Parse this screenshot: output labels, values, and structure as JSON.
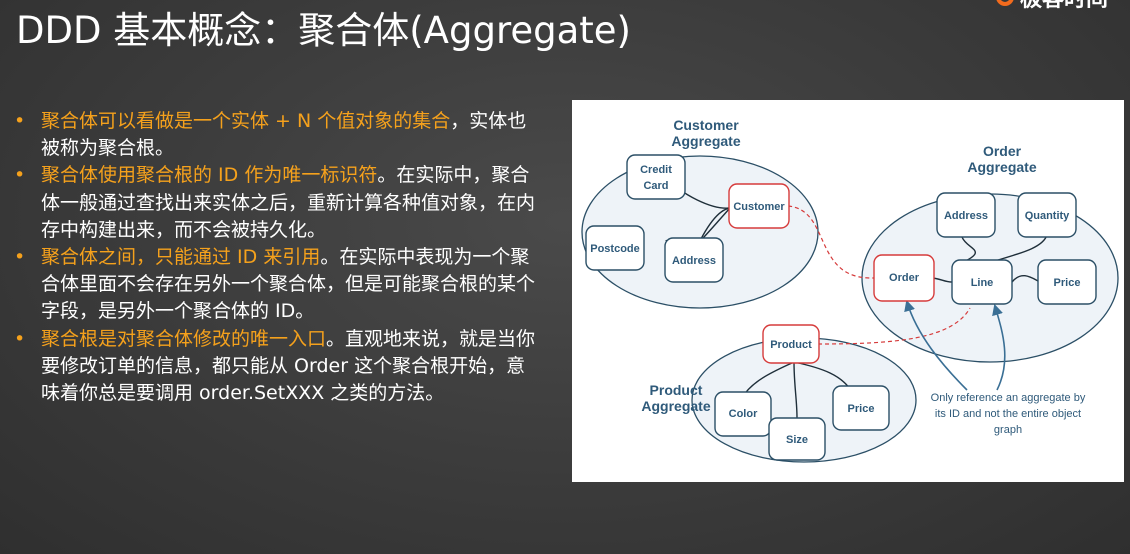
{
  "slide": {
    "title": "DDD 基本概念：聚合体(Aggregate)",
    "logo_text": "极客时间",
    "logo_accent": "#f26b1d",
    "highlight_color": "#f5a11c"
  },
  "bullets": [
    {
      "highlight": "聚合体可以看做是一个实体 + N 个值对象的集合",
      "rest": "，实体也被称为聚合根。"
    },
    {
      "highlight": "聚合体使用聚合根的 ID 作为唯一标识符",
      "rest": "。在实际中，聚合体一般通过查找出来实体之后，重新计算各种值对象，在内存中构建出来，而不会被持久化。"
    },
    {
      "highlight": "聚合体之间，只能通过 ID 来引用",
      "rest": "。在实际中表现为一个聚合体里面不会存在另外一个聚合体，但是可能聚合根的某个字段，是另外一个聚合体的 ID。"
    },
    {
      "highlight": "聚合根是对聚合体修改的唯一入口",
      "rest": "。直观地来说，就是当你要修改订单的信息，都只能从 Order 这个聚合根开始，意味着你总是要调用 order.SetXXX 之类的方法。"
    }
  ],
  "diagram": {
    "customer_aggregate": {
      "line1": "Customer",
      "line2": "Aggregate"
    },
    "order_aggregate": {
      "line1": "Order",
      "line2": "Aggregate"
    },
    "product_aggregate": {
      "line1": "Product",
      "line2": "Aggregate"
    },
    "nodes": {
      "credit_card_1": "Credit",
      "credit_card_2": "Card",
      "customer": "Customer",
      "postcode": "Postcode",
      "address_customer": "Address",
      "address_order": "Address",
      "quantity": "Quantity",
      "order": "Order",
      "line": "Line",
      "price_order": "Price",
      "product": "Product",
      "color": "Color",
      "size": "Size",
      "price_product": "Price"
    },
    "note": {
      "line1": "Only reference an aggregate by",
      "line2": "its ID and not the entire object",
      "line3": "graph"
    },
    "colors": {
      "root_border": "#d63b3b",
      "node_border": "#2b4f66",
      "text": "#2f5a7a",
      "ellipse_fill": "#eef3f8"
    }
  }
}
